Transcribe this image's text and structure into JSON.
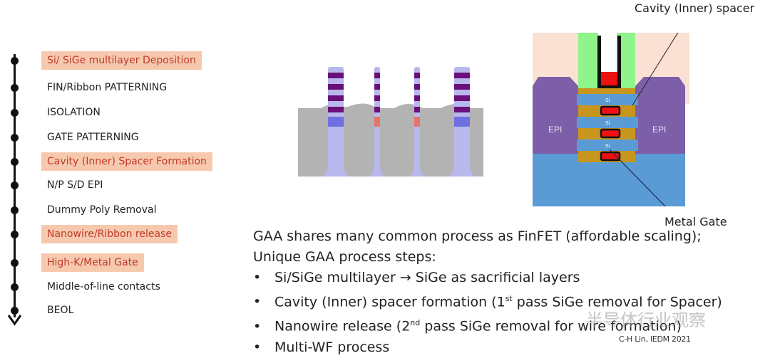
{
  "timeline": {
    "steps": [
      {
        "label": "Si/ SiGe multilayer Deposition",
        "highlight": true
      },
      {
        "label": "FIN/Ribbon PATTERNING",
        "highlight": false
      },
      {
        "label": "ISOLATION",
        "highlight": false
      },
      {
        "label": "GATE PATTERNING",
        "highlight": false
      },
      {
        "label": "Cavity (Inner) Spacer Formation",
        "highlight": true
      },
      {
        "label": "N/P S/D EPI",
        "highlight": false
      },
      {
        "label": "Dummy Poly Removal",
        "highlight": false
      },
      {
        "label": "Nanowire/Ribbon release",
        "highlight": true
      },
      {
        "label": "High-K/Metal Gate",
        "highlight": true
      },
      {
        "label": "Middle-of-line contacts",
        "highlight": false
      },
      {
        "label": "BEOL",
        "highlight": false
      }
    ],
    "highlight_bg": "#f6c9ae",
    "highlight_text": "#c0392b"
  },
  "cross_section": {
    "labels": {
      "epi_left": "EPI",
      "epi_right": "EPI",
      "si": "Si"
    },
    "callouts": {
      "inner_spacer": "Cavity (Inner) spacer",
      "metal_gate": "Metal Gate"
    },
    "colors": {
      "background": "#fbe1d4",
      "gate_spacer": "#8ff58a",
      "metal": "#ee1111",
      "epi": "#7d5ea8",
      "si_channel": "#5b9bd5",
      "inner_spacer": "#c8961c",
      "substrate": "#5b9bd5"
    }
  },
  "fin_diagram": {
    "colors": {
      "oxide": "#b3b3b3",
      "fin": "#b8b8ec",
      "sige": "#6b0f7a",
      "nfet_base": "#6f6fe0",
      "pfet_base": "#e8736b"
    }
  },
  "text": {
    "line1": "GAA shares many common process as FinFET (affordable scaling);",
    "line2": "Unique GAA process steps:",
    "bullets": [
      {
        "pre": "Si/SiGe multilayer → SiGe as sacrificial layers",
        "sup": "",
        "post": ""
      },
      {
        "pre": "Cavity (Inner) spacer formation (1",
        "sup": "st",
        "post": " pass SiGe removal for Spacer)"
      },
      {
        "pre": "Nanowire release (2",
        "sup": "nd",
        "post": " pass SiGe removal for wire formation)"
      },
      {
        "pre": "Multi-WF process",
        "sup": "",
        "post": ""
      }
    ],
    "bullet_char": "•"
  },
  "credit": "C-H Lin, IEDM 2021",
  "watermark": "半导体行业观察"
}
